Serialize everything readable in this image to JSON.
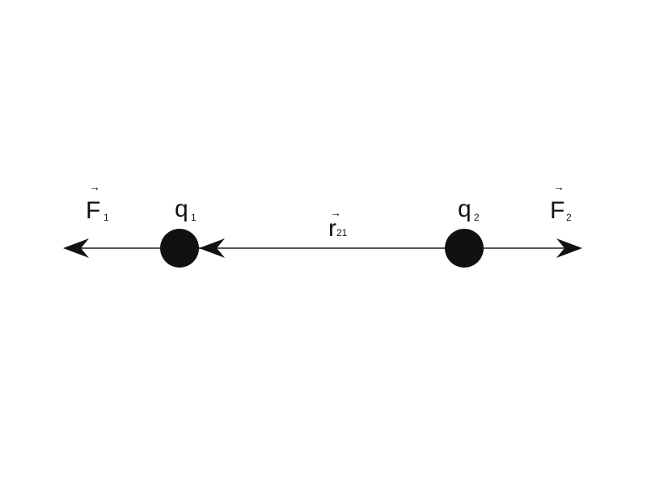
{
  "diagram": {
    "force_left": {
      "symbol": "F",
      "subscript": "1"
    },
    "force_right": {
      "symbol": "F",
      "subscript": "2"
    },
    "charge_left": {
      "symbol": "q",
      "subscript": "1"
    },
    "charge_right": {
      "symbol": "q",
      "subscript": "2"
    },
    "separation": {
      "symbol": "r",
      "subscript": "21"
    },
    "vector_arrow": "→",
    "colors": {
      "ink": "#111111",
      "line": "#555555",
      "background": "#ffffff"
    }
  }
}
